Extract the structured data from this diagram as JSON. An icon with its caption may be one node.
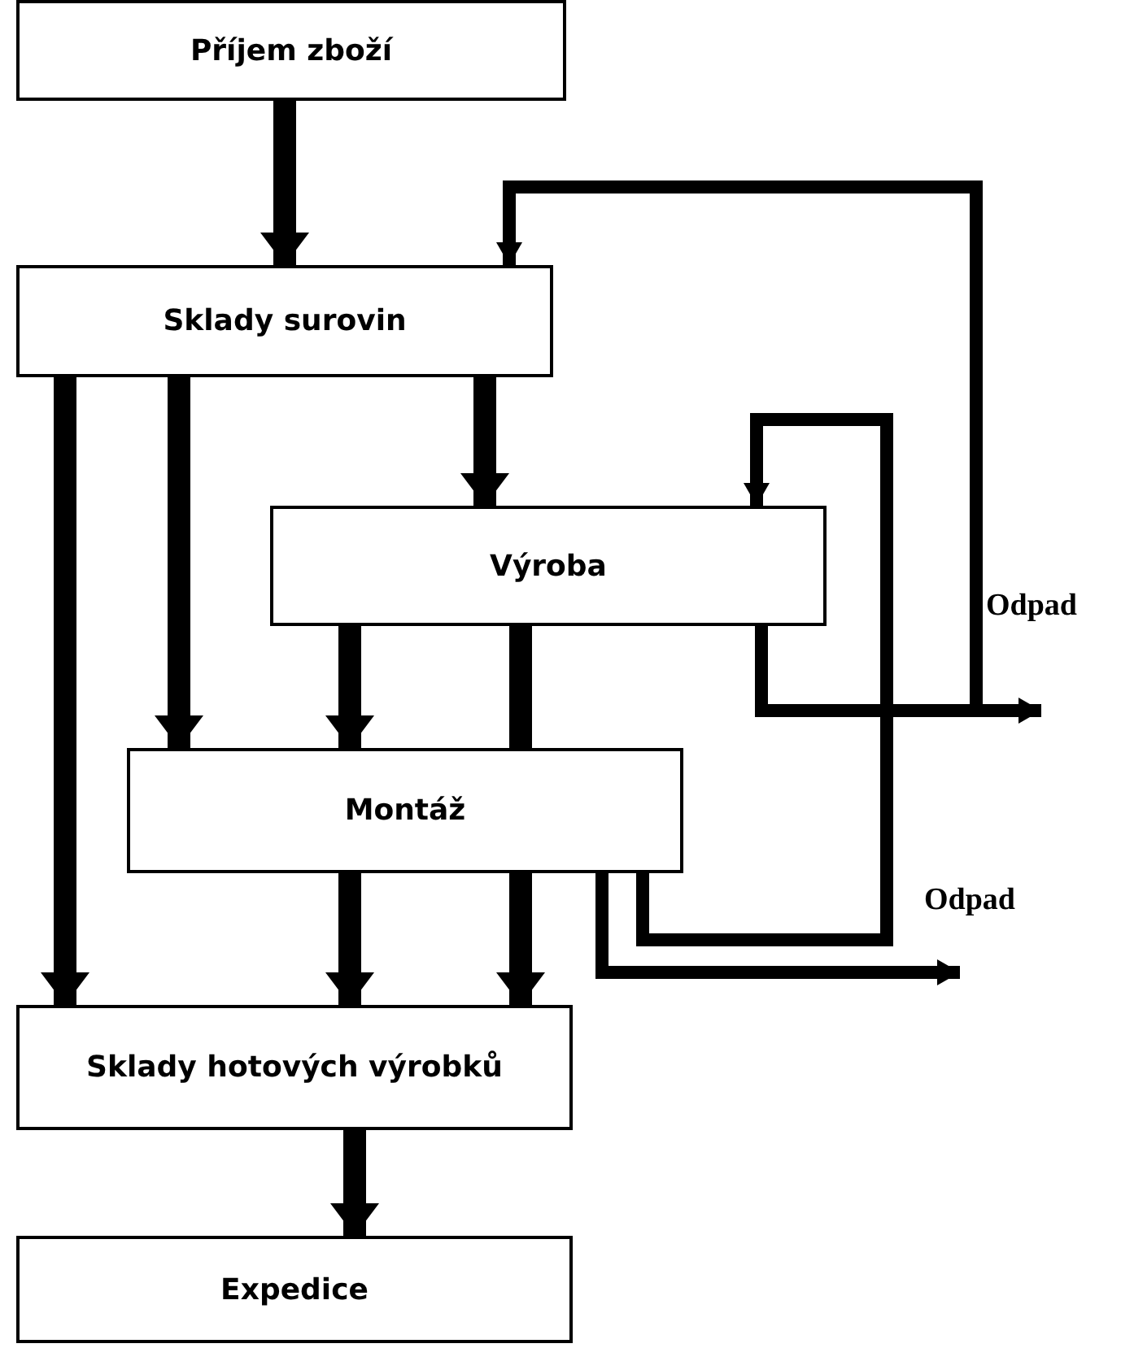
{
  "diagram": {
    "nodes": [
      {
        "text": [
          "Příjem zboží"
        ]
      },
      {
        "text": [
          "Sklady surovin"
        ]
      },
      {
        "text": [
          "Výroba"
        ]
      },
      {
        "text": [
          "Montáž"
        ]
      },
      {
        "text": [
          "Sklady hotových výrobků"
        ]
      },
      {
        "text": [
          "Expedice"
        ]
      },
      {
        "text": [
          "Odpad"
        ]
      },
      {
        "text": [
          "Odpad"
        ]
      }
    ],
    "edges": [
      {
        "from": 0,
        "to": 1,
        "arrow": "to"
      },
      {
        "from": 1,
        "to": 4,
        "arrow": "to"
      },
      {
        "from": 1,
        "to": 3,
        "arrow": "to"
      },
      {
        "from": 1,
        "to": 2,
        "arrow": "to"
      },
      {
        "from": 2,
        "to": 3,
        "arrow": "to"
      },
      {
        "from": 2,
        "to": 3,
        "arrow": "none"
      },
      {
        "from": 3,
        "to": 4,
        "arrow": "to"
      },
      {
        "from": 3,
        "to": 4,
        "arrow": "to"
      },
      {
        "from": 4,
        "to": 5,
        "arrow": "to"
      },
      {
        "from": 2,
        "to": 6,
        "arrow": "to"
      },
      {
        "from": 2,
        "to": 1,
        "arrow": "to"
      },
      {
        "from": 3,
        "to": 2,
        "arrow": "to"
      },
      {
        "from": 3,
        "to": 7,
        "arrow": "to"
      }
    ]
  }
}
